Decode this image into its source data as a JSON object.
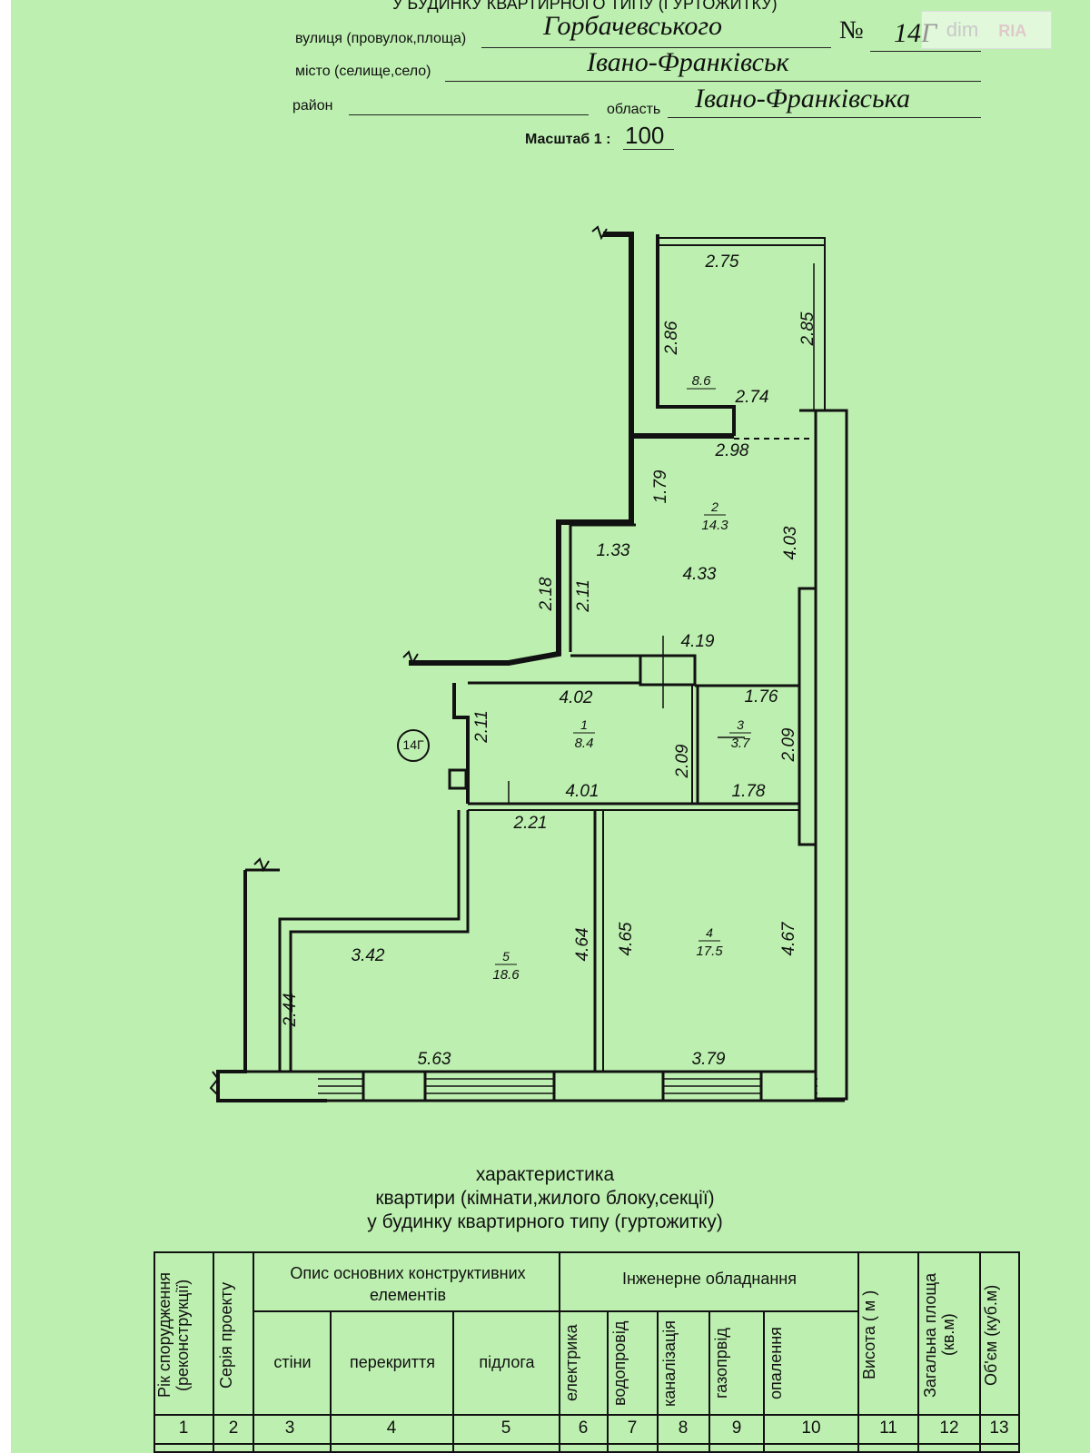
{
  "header": {
    "top_line": "У БУДИНКУ КВАРТИРНОГО ТИПУ (ГУРТОЖИТКУ)",
    "street_label": "вулиця (провулок,площа)",
    "street_value": "Горбачевського",
    "number_label": "№",
    "number_value": "14Г",
    "city_label": "місто (селище,село)",
    "city_value": "Івано-Франківськ",
    "district_label": "район",
    "district_value": "",
    "region_label": "область",
    "region_value": "Івано-Франківська",
    "scale_label": "Масштаб 1 :",
    "scale_value": "100"
  },
  "watermark": {
    "brand": "dim",
    "brand2": "RIA"
  },
  "plan": {
    "building_number": "14Г",
    "rooms": [
      {
        "number": "1",
        "area": "8.4"
      },
      {
        "number": "2",
        "area": "14.3"
      },
      {
        "number": "3",
        "area": "3.7"
      },
      {
        "number": "4",
        "area": "17.5"
      },
      {
        "number": "5",
        "area": "18.6"
      },
      {
        "number": "",
        "area": "8.6"
      }
    ],
    "dimensions": [
      "2.75",
      "2.86",
      "2.85",
      "2.74",
      "2.98",
      "1.79",
      "1.33",
      "4.33",
      "4.03",
      "2.18",
      "2.11",
      "4.19",
      "4.02",
      "1.76",
      "2.11",
      "2.09",
      "2.09",
      "4.01",
      "1.78",
      "2.21",
      "3.42",
      "4.64",
      "4.65",
      "4.67",
      "2.44",
      "5.63",
      "3.79"
    ]
  },
  "characteristics": {
    "line1": "характеристика",
    "line2": "квартири (кімнати,жилого блоку,секції)",
    "line3": "у будинку квартирного типу (гуртожитку)"
  },
  "table": {
    "col1": "Рік спорудження (реконструкції)",
    "col2": "Серія проекту",
    "group_structural": "Опис основних конструктивних елементів",
    "col3": "стіни",
    "col4": "перекриття",
    "col5": "підлога",
    "group_engineering": "Інженерне обладнання",
    "col6": "електрика",
    "col7": "водопровід",
    "col8": "каналізація",
    "col9": "газопрвід",
    "col10": "опалення",
    "col11": "Висота ( м )",
    "col12": "Загальна площа (кв.м)",
    "col13": "Об'єм (куб.м)",
    "numbers": [
      "1",
      "2",
      "3",
      "4",
      "5",
      "6",
      "7",
      "8",
      "9",
      "10",
      "11",
      "12",
      "13"
    ]
  }
}
